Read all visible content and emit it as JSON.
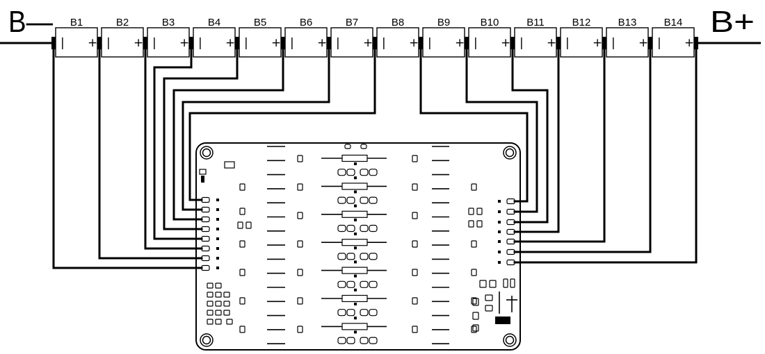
{
  "terminals": {
    "negative": "B—",
    "positive": "B+"
  },
  "cell_symbols": {
    "minus": "|",
    "plus": "+"
  },
  "cells": [
    {
      "label": "B1"
    },
    {
      "label": "B2"
    },
    {
      "label": "B3"
    },
    {
      "label": "B4"
    },
    {
      "label": "B5"
    },
    {
      "label": "B6"
    },
    {
      "label": "B7"
    },
    {
      "label": "B8"
    },
    {
      "label": "B9"
    },
    {
      "label": "B10"
    },
    {
      "label": "B11"
    },
    {
      "label": "B12"
    },
    {
      "label": "B13"
    },
    {
      "label": "B14"
    }
  ],
  "colors": {
    "ink": "#000000",
    "paper": "#ffffff"
  }
}
